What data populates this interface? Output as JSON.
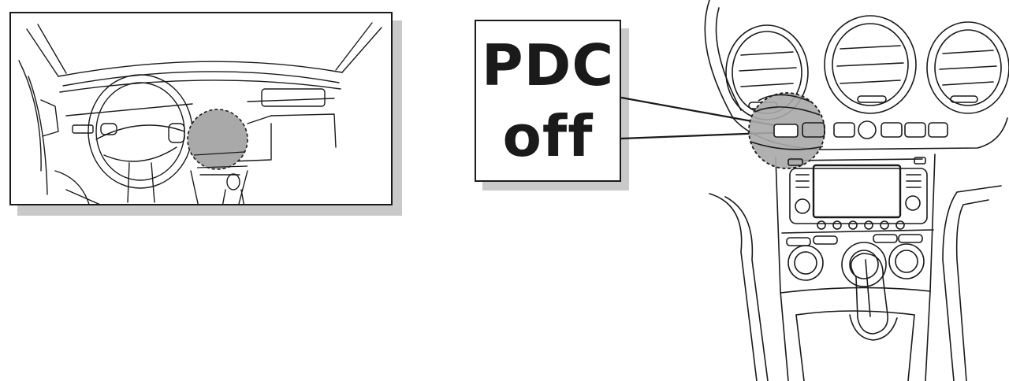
{
  "label": {
    "line1": "PDC",
    "line2": "off"
  },
  "colors": {
    "ink": "#1a1a1a",
    "highlight": "#a9a9a9",
    "shadow": "#c9c9c9"
  },
  "icons": {
    "overview": "dashboard-overview-illustration",
    "detail": "center-console-illustration",
    "button": "pdc-off-button"
  }
}
